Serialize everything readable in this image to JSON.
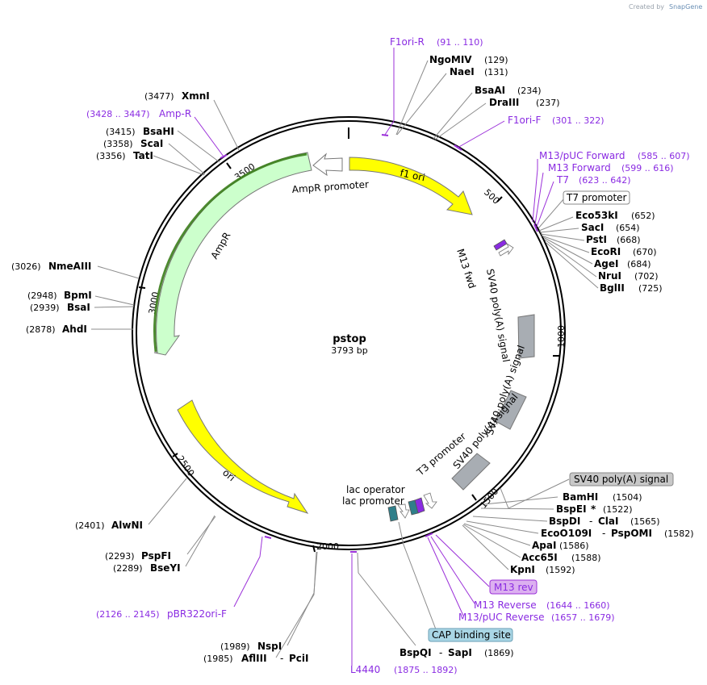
{
  "credit": {
    "created_by": "Created by",
    "brand": "SnapGene"
  },
  "plasmid": {
    "name": "pstop",
    "size": "3793 bp"
  },
  "ticks": [
    "500",
    "1000",
    "1500",
    "2000",
    "2500",
    "3000",
    "3500"
  ],
  "features": {
    "f1_ori": "f1 ori",
    "ampr": "AmpR",
    "ampr_promoter": "AmpR promoter",
    "ori": "ori",
    "m13_fwd": "M13 fwd",
    "sv40_polyA_1": "SV40 poly(A) signal",
    "sv40_polyA_2": "SV40 poly(A) signal",
    "sv40_polyA_3": "SV40 poly(A) signal",
    "t3_promoter": "T3 promoter",
    "lac_operator": "lac operator",
    "lac_promoter": "lac promoter"
  },
  "sites_left": [
    {
      "name": "XmnI",
      "pos": "(3477)"
    },
    {
      "name": "BsaHI",
      "pos": "(3415)"
    },
    {
      "name": "ScaI",
      "pos": "(3358)"
    },
    {
      "name": "TatI",
      "pos": "(3356)"
    },
    {
      "name": "NmeAIII",
      "pos": "(3026)"
    },
    {
      "name": "BpmI",
      "pos": "(2948)"
    },
    {
      "name": "BsaI",
      "pos": "(2939)"
    },
    {
      "name": "AhdI",
      "pos": "(2878)"
    },
    {
      "name": "AlwNI",
      "pos": "(2401)"
    },
    {
      "name": "PspFI",
      "pos": "(2293)"
    },
    {
      "name": "BseYI",
      "pos": "(2289)"
    },
    {
      "name": "NspI",
      "pos": "(1989)"
    },
    {
      "name": "AflIII",
      "pos": "(1985)"
    }
  ],
  "sites_right": [
    {
      "name": "NgoMIV",
      "pos": "(129)"
    },
    {
      "name": "NaeI",
      "pos": "(131)"
    },
    {
      "name": "BsaAI",
      "pos": "(234)"
    },
    {
      "name": "DraIII",
      "pos": "(237)"
    },
    {
      "name": "Eco53kI",
      "pos": "(652)"
    },
    {
      "name": "SacI",
      "pos": "(654)"
    },
    {
      "name": "PstI",
      "pos": "(668)"
    },
    {
      "name": "EcoRI",
      "pos": "(670)"
    },
    {
      "name": "AgeI",
      "pos": "(684)"
    },
    {
      "name": "NruI",
      "pos": "(702)"
    },
    {
      "name": "BglII",
      "pos": "(725)"
    },
    {
      "name": "BamHI",
      "pos": "(1504)"
    },
    {
      "name": "BspEI",
      "pos": "(1522)"
    },
    {
      "name": "KpnI",
      "pos": "(1592)"
    },
    {
      "name": "ApaI",
      "pos": "(1586)"
    },
    {
      "name": "Acc65I",
      "pos": "(1588)"
    }
  ],
  "combo_sites": {
    "pcil": {
      "a": "AflIII",
      "sep": "-",
      "b": "PciI"
    },
    "bspdi": {
      "a": "BspDI",
      "sep": "-",
      "b": "ClaI",
      "pos": "(1565)"
    },
    "eco0109": {
      "a": "EcoO109I",
      "sep": "-",
      "b": "PspOMI",
      "pos": "(1582)"
    },
    "bspqi": {
      "a": "BspQI",
      "sep": "-",
      "b": "SapI",
      "pos": "(1869)"
    }
  },
  "primer_features": [
    {
      "name": "F1ori-R",
      "range": "(91 .. 110)"
    },
    {
      "name": "Amp-R",
      "range": "(3428 .. 3447)"
    },
    {
      "name": "F1ori-F",
      "range": "(301 .. 322)"
    },
    {
      "name": "M13/pUC Forward",
      "range": "(585 .. 607)"
    },
    {
      "name": "M13 Forward",
      "range": "(599 .. 616)"
    },
    {
      "name": "T7",
      "range": "(623 .. 642)"
    },
    {
      "name": "M13 Reverse",
      "range": "(1644 .. 1660)"
    },
    {
      "name": "M13/pUC Reverse",
      "range": "(1657 .. 1679)"
    },
    {
      "name": "pBR322ori-F",
      "range": "(2126 .. 2145)"
    },
    {
      "name": "L4440",
      "range": "(1875 .. 1892)"
    }
  ],
  "boxed_labels": {
    "t7_promoter": "T7 promoter",
    "sv40_box": "SV40 poly(A) signal",
    "m13_rev": "M13 rev",
    "cap_site": "CAP binding site"
  },
  "bspei_marker": "*",
  "colors": {
    "ori_yellow": "#ffff00",
    "amp_green": "#ccffcc",
    "polyA_gray": "#a8adb3",
    "primer_purple": "#9b30d9",
    "lac_teal": "#2f7f8a",
    "cap_blue": "#a9d6e5",
    "m13rev_box": "#dcb0f0"
  }
}
